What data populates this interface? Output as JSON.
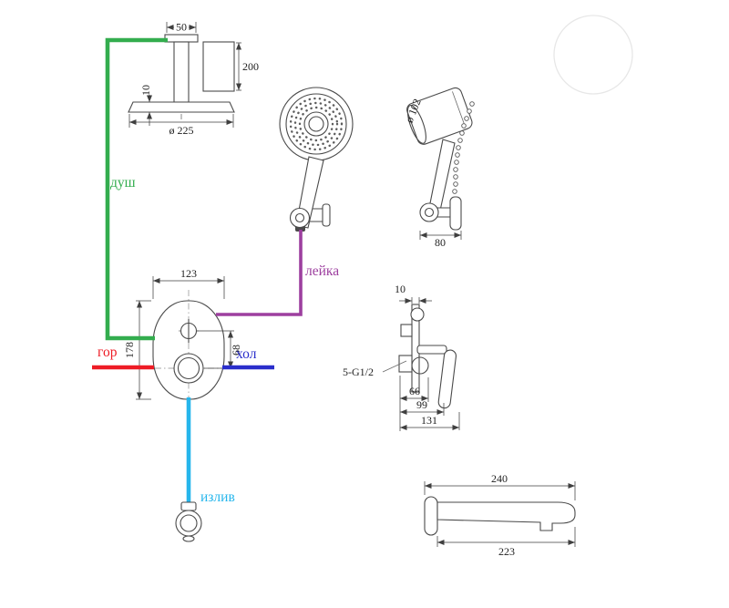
{
  "labels": {
    "shower": "душ",
    "hot": "гор",
    "cold": "хол",
    "hand_shower": "лейка",
    "spout": "излив"
  },
  "colors": {
    "shower_pipe": "#33ad4e",
    "hot_pipe": "#ee1c25",
    "cold_pipe": "#2a2ecb",
    "hand_pipe": "#9d3f9f",
    "spout_pipe": "#26b6ec",
    "line_art": "#4a4a4a"
  },
  "dims": {
    "overhead_flange_width": "50",
    "overhead_arm_length": "200",
    "overhead_head_thickness": "10",
    "overhead_head_diameter": "ø 225",
    "hand_head_diameter": "ø 102",
    "hand_holder_width": "80",
    "mixer_width": "123",
    "mixer_height": "178",
    "mixer_knob_spacing": "68",
    "mixer_plate_thickness": "10",
    "mixer_thread": "5-G1/2",
    "mixer_depth_body": "66",
    "mixer_depth_cartridge": "99",
    "mixer_depth_total": "131",
    "spout_length_total": "240",
    "spout_length_reach": "223"
  }
}
